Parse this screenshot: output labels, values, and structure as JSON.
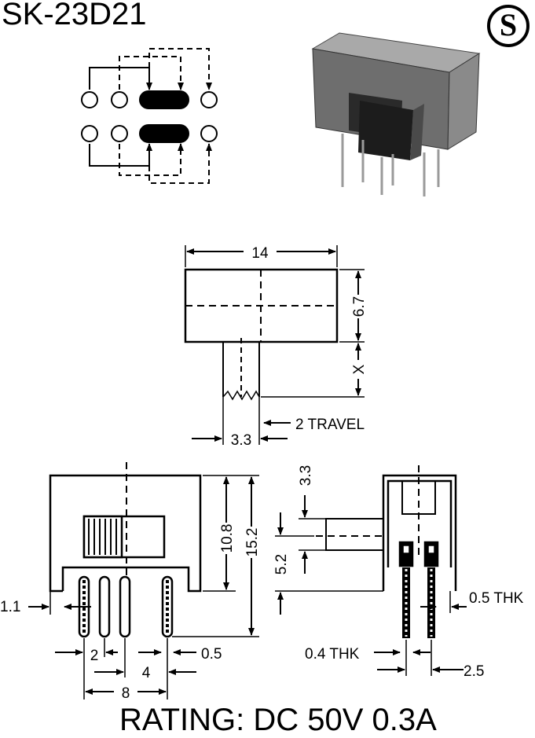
{
  "model": "SK-23D21",
  "logo_letter": "S",
  "rating": "RATING: DC 50V 0.3A",
  "dims": {
    "width_14": "14",
    "height_6_7": "6.7",
    "x": "X",
    "travel": "2 TRAVEL",
    "lever_3_3": "3.3",
    "h_10_8": "10.8",
    "h_15_2": "15.2",
    "pin_1_1": "1.1",
    "pin_2": "2",
    "pin_4": "4",
    "pin_0_5": "0.5",
    "pin_8": "8",
    "side_3_3": "3.3",
    "side_5_2": "5.2",
    "thk_0_5": "0.5 THK",
    "thk_0_4": "0.4 THK",
    "side_2_5": "2.5"
  }
}
